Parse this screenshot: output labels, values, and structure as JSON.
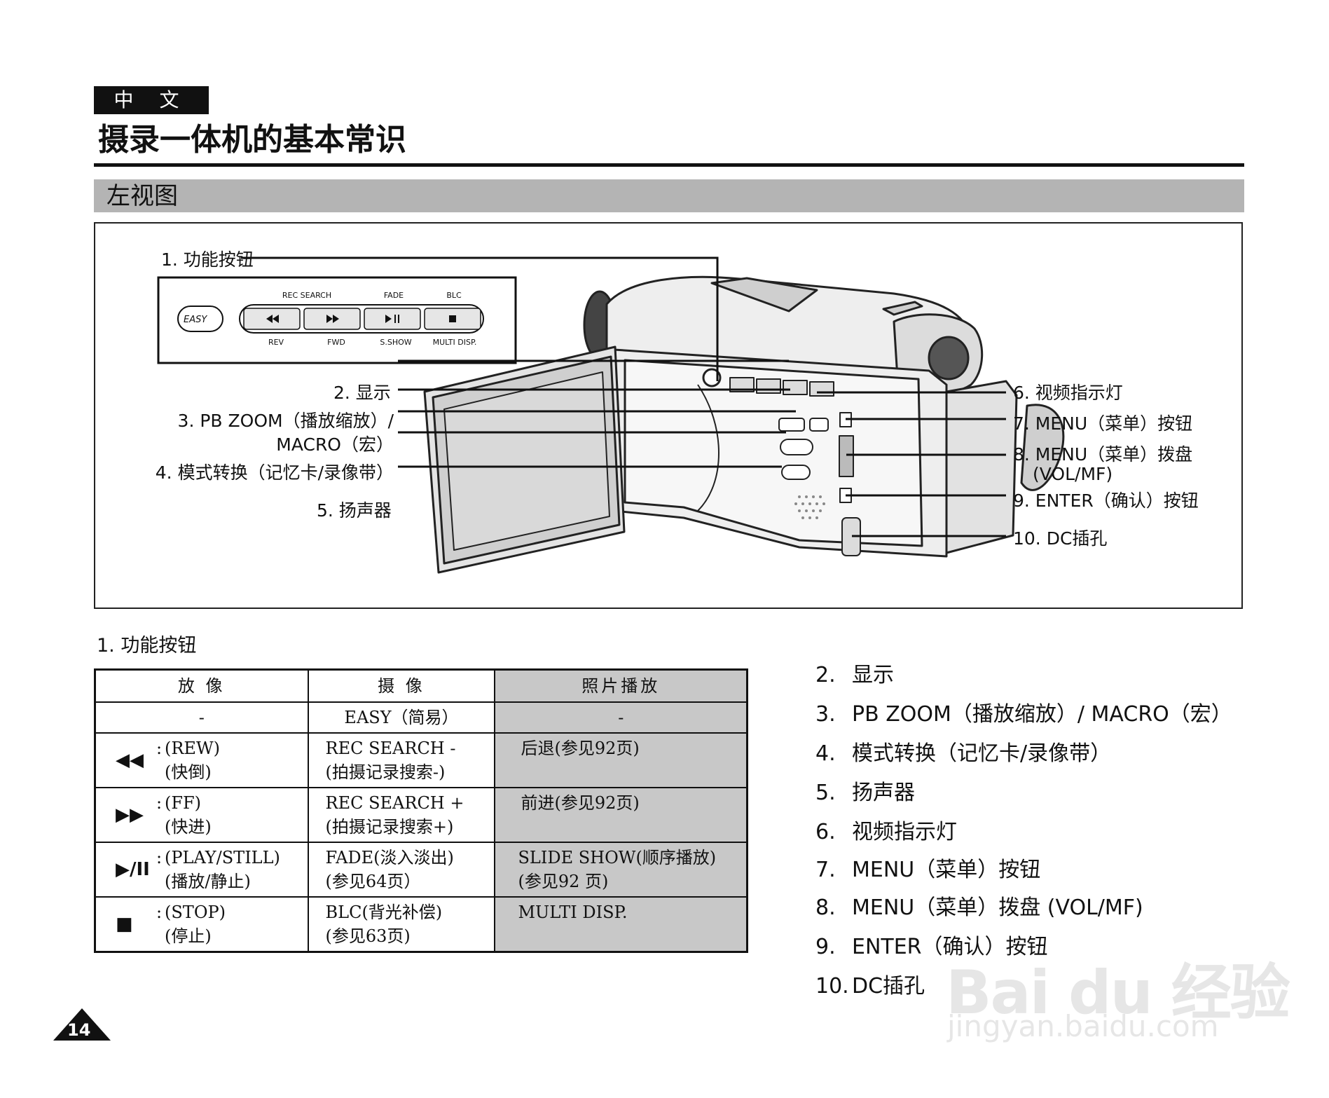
{
  "header": {
    "lang_tab": "中 文",
    "page_title": "摄录一体机的基本常识",
    "section_title": "左视图"
  },
  "figure": {
    "callouts": [
      "1. 功能按钮",
      "2. 显示",
      "3. PB ZOOM（播放缩放）/",
      "MACRO（宏）",
      "4. 模式转换（记忆卡/录像带）",
      "5. 扬声器",
      "6. 视频指示灯",
      "7. MENU（菜单）按钮",
      "8. MENU（菜单）拨盘",
      "(VOL/MF)",
      "9. ENTER（确认）按钮",
      "10. DC插孔"
    ],
    "button_panel": {
      "easy": "EASY",
      "top_labels": [
        "REC SEARCH",
        "FADE",
        "BLC"
      ],
      "bottom_labels": [
        "REV",
        "FWD",
        "S.SHOW",
        "MULTI DISP."
      ]
    }
  },
  "table": {
    "heading": "1.   功能按钮",
    "headers": [
      "放 像",
      "摄 像",
      "照片播放"
    ],
    "row0": [
      "-",
      "EASY（简易）",
      "-"
    ],
    "rows": [
      {
        "icon": "rewind-icon",
        "pb": [
          "(REW)",
          "(快倒)"
        ],
        "rec": [
          "REC SEARCH -",
          "(拍摄记录搜索-)"
        ],
        "photo": [
          "后退(参见92页)"
        ]
      },
      {
        "icon": "fast-forward-icon",
        "pb": [
          "(FF)",
          "(快进)"
        ],
        "rec": [
          "REC SEARCH +",
          "(拍摄记录搜索+)"
        ],
        "photo": [
          "前进(参见92页)"
        ]
      },
      {
        "icon": "play-pause-icon",
        "pb": [
          "(PLAY/STILL)",
          "(播放/静止)"
        ],
        "rec": [
          "FADE(淡入淡出)",
          "(参见64页）"
        ],
        "photo": [
          "SLIDE SHOW(顺序播放)",
          "(参见92 页)"
        ]
      },
      {
        "icon": "stop-icon",
        "pb": [
          "(STOP)",
          "(停止)"
        ],
        "rec": [
          "BLC(背光补偿)",
          "(参见63页)"
        ],
        "photo": [
          "MULTI DISP."
        ]
      }
    ]
  },
  "list": [
    {
      "num": "2.",
      "text": "显示"
    },
    {
      "num": "3.",
      "text": "PB ZOOM（播放缩放）/ MACRO（宏）"
    },
    {
      "num": "4.",
      "text": "模式转换（记忆卡/录像带）"
    },
    {
      "num": "5.",
      "text": "扬声器"
    },
    {
      "num": "6.",
      "text": "视频指示灯"
    },
    {
      "num": "7.",
      "text": "MENU（菜单）按钮"
    },
    {
      "num": "8.",
      "text": "MENU（菜单）拨盘 (VOL/MF)"
    },
    {
      "num": "9.",
      "text": "ENTER（确认）按钮"
    },
    {
      "num": "10.",
      "text": "DC插孔"
    }
  ],
  "page_number": "14",
  "watermark": {
    "brand": "Bai du 经验",
    "url": "jingyan.baidu.com"
  }
}
